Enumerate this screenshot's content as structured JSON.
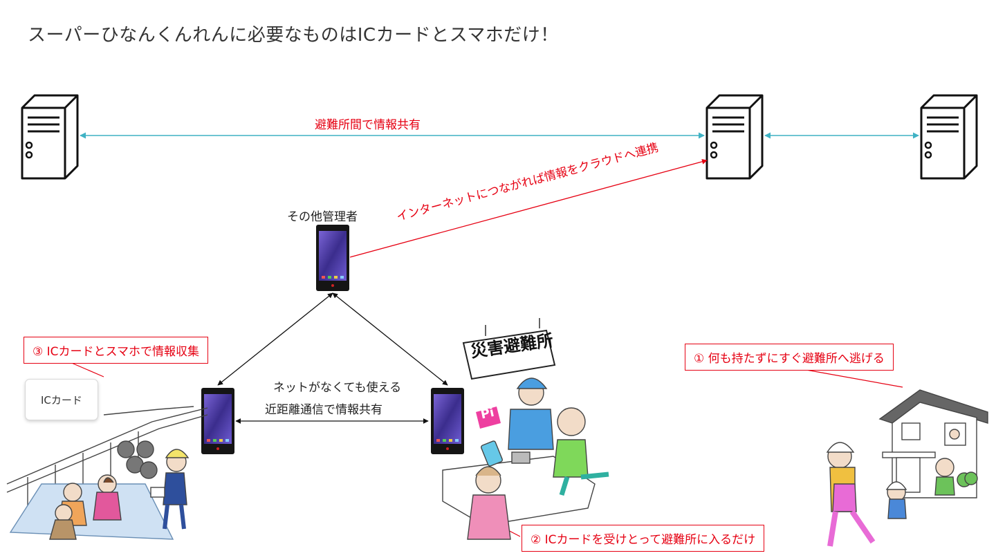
{
  "title": "スーパーひなんくんれんに必要なものはICカードとスマホだけ！",
  "labels": {
    "server_share": "避難所間で情報共有",
    "cloud_link": "インターネットにつながれば情報をクラウドへ連携",
    "other_admin": "その他管理者",
    "nearfield_line1": "ネットがなくても使える",
    "nearfield_line2": "近距離通信で情報共有",
    "ic_card": "ICカード",
    "shelter_sign": "災害避難所",
    "pi_badge": "Pi"
  },
  "callouts": {
    "step1": "① 何も持たずにすぐ避難所へ逃げる",
    "step2": "② ICカードを受けとって避難所に入るだけ",
    "step3": "③ ICカードとスマホで情報収集"
  },
  "colors": {
    "accent_red": "#e60012",
    "link_cyan": "#3fb2c4",
    "phone_screen": "#4b3a9e"
  }
}
